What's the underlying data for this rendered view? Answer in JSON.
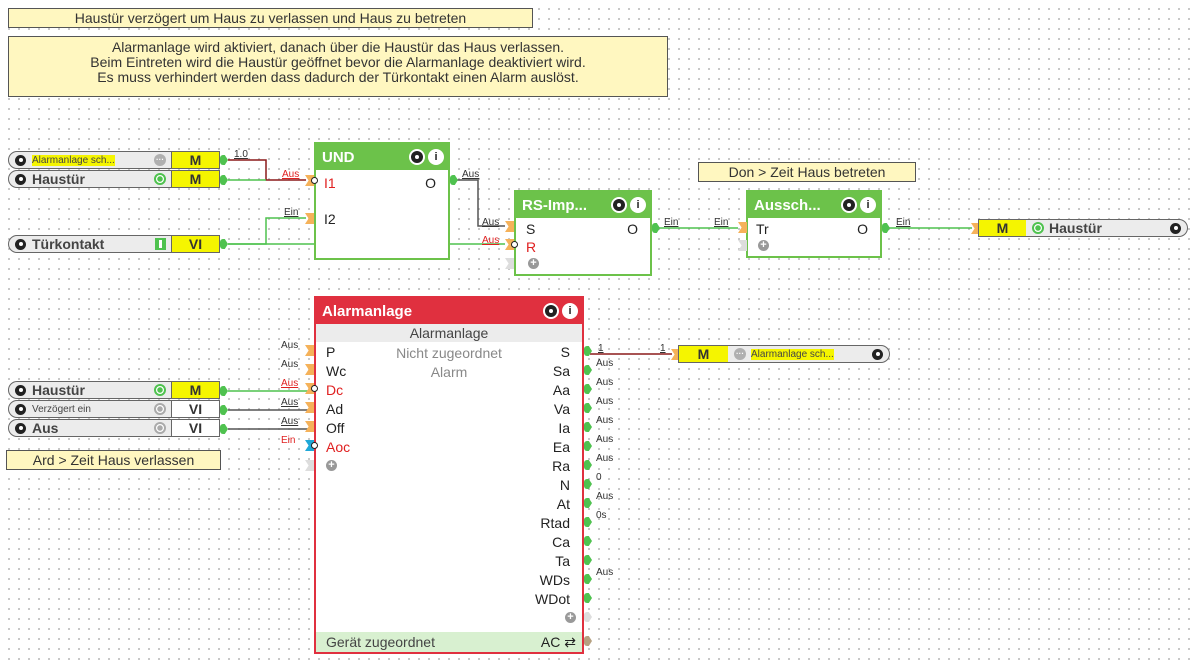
{
  "comments": {
    "title": "Haustür verzögert um Haus zu verlassen und Haus zu betreten",
    "description_lines": [
      "Alarmanlage wird aktiviert, danach über die Haustür das Haus verlassen.",
      "Beim Eintreten wird die Haustür geöffnet bevor die Alarmanlage deaktiviert wird.",
      "Es muss verhindert werden dass dadurch der Türkontakt einen Alarm auslöst."
    ],
    "don_note": "Don > Zeit Haus betreten",
    "ard_note": "Ard > Zeit Haus verlassen"
  },
  "sources": [
    {
      "label": "Alarmanlage sch...",
      "type": "M",
      "state": "dots",
      "value": "1.0"
    },
    {
      "label": "Haustür",
      "type": "M",
      "state": "on"
    },
    {
      "label": "Türkontakt",
      "type": "VI",
      "state": "bar"
    },
    {
      "label": "Haustür",
      "type": "M",
      "state": "on"
    },
    {
      "label": "Verzögert ein",
      "type": "VI",
      "state": "off"
    },
    {
      "label": "Aus",
      "type": "VI",
      "state": "off"
    }
  ],
  "blocks": {
    "und": {
      "title": "UND",
      "inputs": [
        {
          "name": "I1",
          "value": "Aus",
          "inverted": true
        },
        {
          "name": "I2",
          "value": "Ein"
        }
      ],
      "outputs": [
        {
          "name": "O",
          "value": "Aus"
        }
      ]
    },
    "rs": {
      "title": "RS-Imp...",
      "inputs": [
        {
          "name": "S",
          "value": "Aus"
        },
        {
          "name": "R",
          "value": "Aus",
          "inverted": true
        }
      ],
      "outputs": [
        {
          "name": "O",
          "value": "Ein"
        }
      ]
    },
    "aussch": {
      "title": "Aussch...",
      "inputs": [
        {
          "name": "Tr",
          "value": "Ein"
        }
      ],
      "outputs": [
        {
          "name": "O",
          "value": "Ein"
        }
      ]
    },
    "alarm": {
      "title": "Alarmanlage",
      "subtitle": "Alarmanlage",
      "status_lines": [
        "Nicht zugeordnet",
        "Alarm"
      ],
      "footer_label": "Gerät zugeordnet",
      "footer_port": "AC ⇄",
      "inputs": [
        {
          "name": "P",
          "value": "Aus"
        },
        {
          "name": "Wc",
          "value": "Aus"
        },
        {
          "name": "Dc",
          "value": "Aus",
          "inverted": true
        },
        {
          "name": "Ad",
          "value": "Aus"
        },
        {
          "name": "Off",
          "value": "Aus"
        },
        {
          "name": "Aoc",
          "value": "Ein",
          "inverted": true
        }
      ],
      "outputs": [
        {
          "name": "S",
          "value": "1"
        },
        {
          "name": "Sa",
          "value": "Aus"
        },
        {
          "name": "Aa",
          "value": "Aus"
        },
        {
          "name": "Va",
          "value": "Aus"
        },
        {
          "name": "Ia",
          "value": "Aus"
        },
        {
          "name": "Ea",
          "value": "Aus"
        },
        {
          "name": "Ra",
          "value": "Aus"
        },
        {
          "name": "N",
          "value": "0"
        },
        {
          "name": "At",
          "value": "Aus"
        },
        {
          "name": "Rtad",
          "value": "0s"
        },
        {
          "name": "Ca",
          "value": ""
        },
        {
          "name": "Ta",
          "value": ""
        },
        {
          "name": "WDs",
          "value": "Aus"
        },
        {
          "name": "WDot",
          "value": ""
        }
      ]
    }
  },
  "sinks": [
    {
      "label": "Haustür",
      "type": "M",
      "state": "on",
      "value": "Ein"
    },
    {
      "label": "Alarmanlage sch...",
      "type": "M",
      "state": "dots",
      "value": "1"
    }
  ],
  "colors": {
    "logic_block": "#6cc24a",
    "alarm_block": "#e0303f",
    "wire_on": "#4fc24f",
    "wire_off": "#555555",
    "wire_value": "#8b1a1a",
    "node_type": "#f5f500",
    "comment_bg": "#fff7c0"
  }
}
